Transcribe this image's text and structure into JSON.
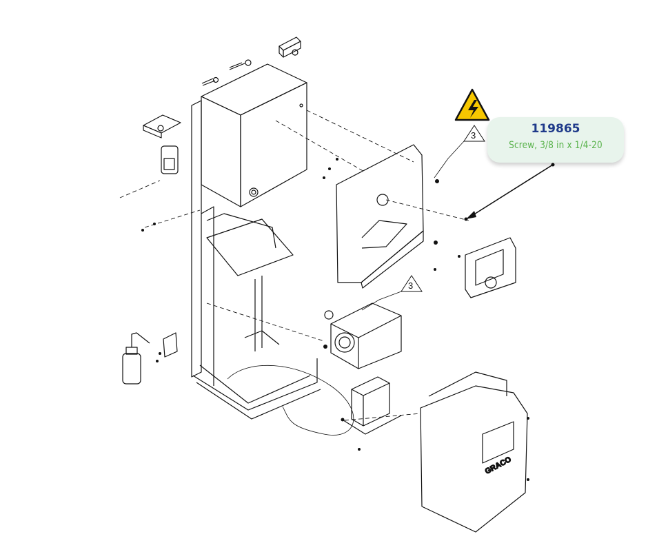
{
  "diagram": {
    "reference_labels": [
      "3",
      "3"
    ],
    "brand_mark": "GRACO",
    "warning_icon": "electrical-hazard-icon"
  },
  "callout": {
    "part_number": "119865",
    "description": "Screw, 3/8 in x 1/4-20",
    "colors": {
      "background": "#e8f4ec",
      "part_number": "#1f3a8a",
      "description": "#58b24a"
    }
  }
}
